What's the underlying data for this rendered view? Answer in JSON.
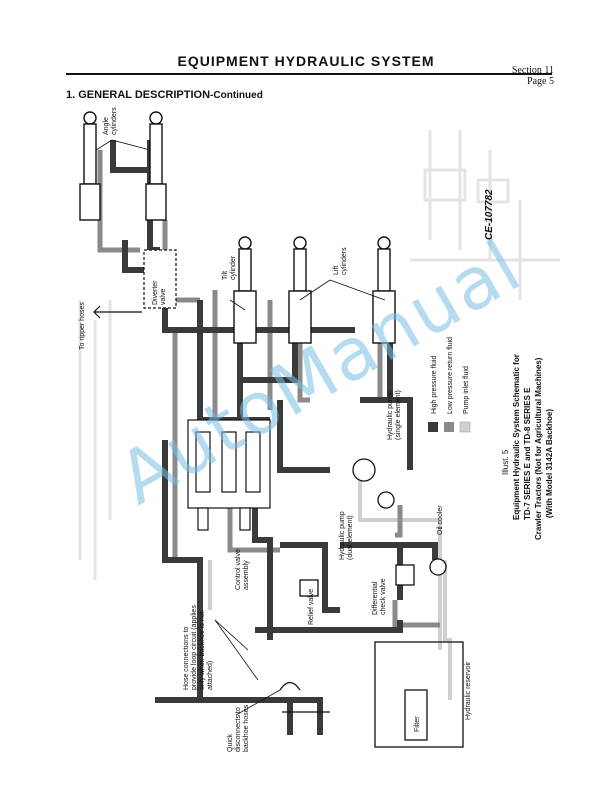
{
  "header": {
    "title": "EQUIPMENT HYDRAULIC SYSTEM",
    "section": "Section 11",
    "page": "Page 5"
  },
  "subheading": {
    "main": "1. GENERAL DESCRIPTION",
    "continued": "-Continued"
  },
  "diagram": {
    "labels": {
      "angle_cylinders": [
        "Angle",
        "cylinders"
      ],
      "diverter_valve": [
        "Diverter",
        "valve"
      ],
      "to_ripper_hoses": "To ripper hoses",
      "tilt_cylinder": [
        "Tilt",
        "cylinder"
      ],
      "lift_cylinders": [
        "Lift",
        "cylinders"
      ],
      "hydraulic_pump_single": [
        "Hydraulic pump",
        "(single element)"
      ],
      "hydraulic_pump_dual": [
        "Hydraulic pump",
        "(dual element)"
      ],
      "control_valve_assembly": [
        "Control valve",
        "assembly"
      ],
      "relief_valve": "Relief valve",
      "differential_check_valve": [
        "Differential",
        "check valve"
      ],
      "oil_cooler": "Oil cooler",
      "hose_connections": [
        "Hose connections to",
        "provide loop circuit (applies",
        "only when backhoe is not",
        "attached)"
      ],
      "quick_disconnects": [
        "Quick",
        "disconnects to",
        "backhoe hoses"
      ],
      "filter": "Filter",
      "hydraulic_reservoir": "Hydraulic reservoir",
      "code": "CE-107782"
    },
    "legend": [
      {
        "label": "High pressure fluid",
        "color": "#3a3a3a"
      },
      {
        "label": "Low pressure return fluid",
        "color": "#8a8a8a"
      },
      {
        "label": "Pump inlet fluid",
        "color": "#cfcfcf"
      }
    ],
    "caption": {
      "illust": "Illust. 5",
      "line1": "Equipment Hydraulic System Schematic for",
      "line2": "TD-7 SERIES E and TD-8 SERIES E",
      "line3": "Crawler Tractors (Not for Agricultural Machines)",
      "line4": "(With Model 3142A Backhoe)"
    }
  },
  "watermark": "AutoManual"
}
